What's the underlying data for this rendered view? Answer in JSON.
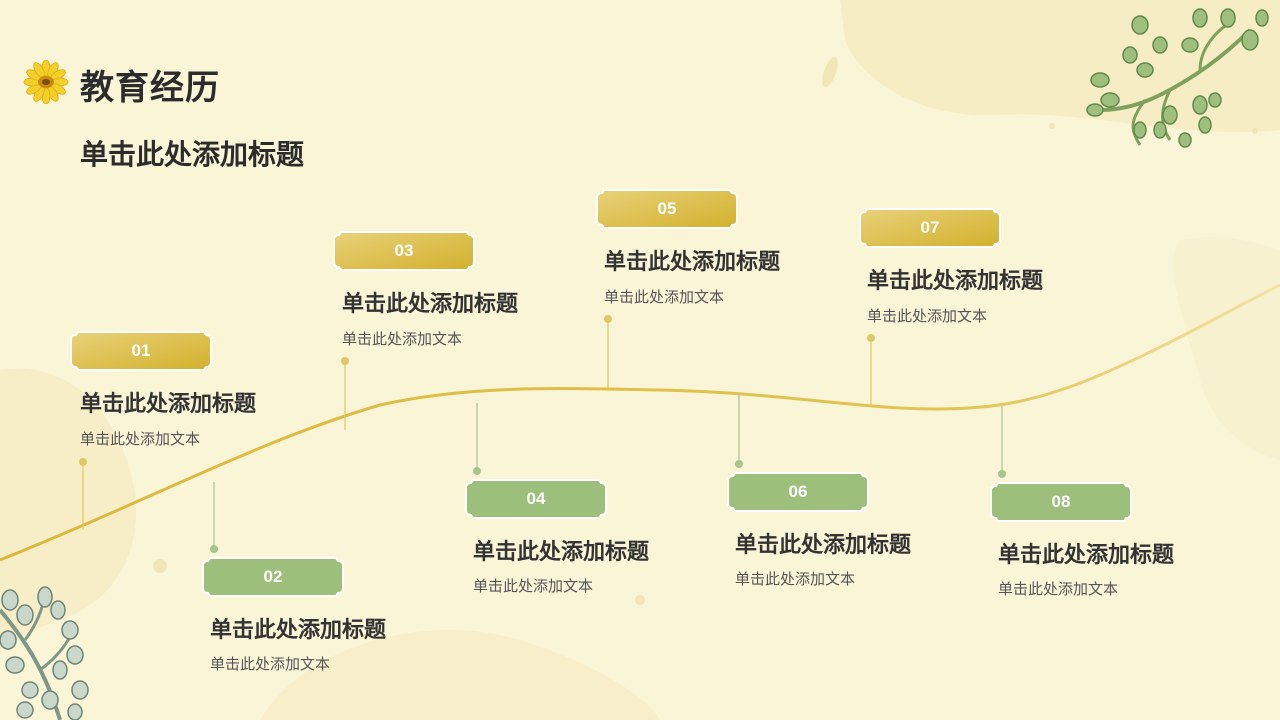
{
  "header": {
    "title": "教育经历",
    "subtitle": "单击此处添加标题"
  },
  "colors": {
    "background": "#fbf5d8",
    "gold": "#d6b531",
    "green": "#8ab46a"
  },
  "milestones": [
    {
      "num": "01",
      "title": "单击此处添加标题",
      "text": "单击此处添加文本",
      "color": "gold"
    },
    {
      "num": "02",
      "title": "单击此处添加标题",
      "text": "单击此处添加文本",
      "color": "green"
    },
    {
      "num": "03",
      "title": "单击此处添加标题",
      "text": "单击此处添加文本",
      "color": "gold"
    },
    {
      "num": "04",
      "title": "单击此处添加标题",
      "text": "单击此处添加文本",
      "color": "green"
    },
    {
      "num": "05",
      "title": "单击此处添加标题",
      "text": "单击此处添加文本",
      "color": "gold"
    },
    {
      "num": "06",
      "title": "单击此处添加标题",
      "text": "单击此处添加文本",
      "color": "green"
    },
    {
      "num": "07",
      "title": "单击此处添加标题",
      "text": "单击此处添加文本",
      "color": "gold"
    },
    {
      "num": "08",
      "title": "单击此处添加标题",
      "text": "单击此处添加文本",
      "color": "green"
    }
  ],
  "icons": [
    "flower-icon",
    "leaf-branch-top-right",
    "leaf-branch-bottom-left"
  ]
}
